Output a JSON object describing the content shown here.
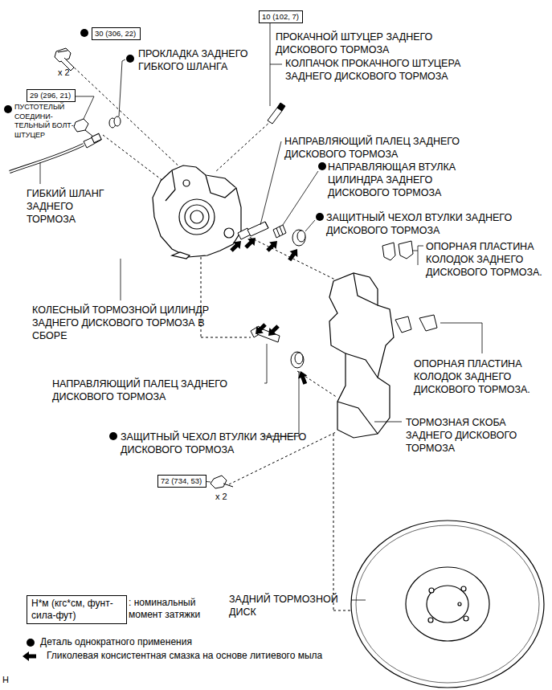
{
  "diagram": {
    "nodes": [
      {
        "text": [
          "30 (306, 22)"
        ]
      },
      {
        "text": [
          "29 (296, 21)"
        ]
      },
      {
        "text": [
          "10 (102, 7)"
        ]
      },
      {
        "text": [
          "72 (734, 53)"
        ]
      },
      {
        "text": [
          "Н*м (кгс*см, фунт-сила-фут)"
        ]
      }
    ],
    "labels": [
      "x 2",
      "ПРОКЛАДКА ЗАДНЕГО ГИБКОГО ШЛАНГА",
      "ПУСТОТЕЛЫЙ СОЕДИНИ- ТЕЛЬНЫЙ БОЛТ-ШТУЦЕР",
      "ГИБКИЙ ШЛАНГ ЗАДНЕГО ТОРМОЗА",
      "ПРОКАЧНОЙ ШТУЦЕР ЗАДНЕГО ДИСКОВОГО ТОРМОЗА",
      "КОЛПАЧОК ПРОКАЧНОГО ШТУЦЕРА ЗАДНЕГО ДИСКОВОГО ТОРМОЗА",
      "НАПРАВЛЯЮЩИЙ ПАЛЕЦ ЗАДНЕГО ДИСКОВОГО ТОРМОЗА",
      "НАПРАВЛЯЮЩАЯ ВТУЛКА ЦИЛИНДРА ЗАДНЕГО ДИСКОВОГО ТОРМОЗА",
      "ЗАЩИТНЫЙ ЧЕХОЛ ВТУЛКИ ЗАДНЕГО ДИСКОВОГО ТОРМОЗА",
      "ОПОРНАЯ ПЛАСТИНА КОЛОДОК ЗАДНЕГО ДИСКОВОГО ТОРМОЗА.",
      "ОПОРНАЯ ПЛАСТИНА КОЛОДОК ЗАДНЕГО ДИСКОВОГО ТОРМОЗА.",
      "КОЛЕСНЫЙ ТОРМОЗНОЙ ЦИЛИНДР ЗАДНЕГО ДИСКОВОГО ТОРМОЗА В СБОРЕ",
      "НАПРАВЛЯЮЩИЙ ПАЛЕЦ ЗАДНЕГО ДИСКОВОГО ТОРМОЗА",
      "ТОРМОЗНАЯ СКОБА ЗАДНЕГО ДИСКОВОГО ТОРМОЗА",
      "ЗАЩИТНЫЙ ЧЕХОЛ ВТУЛКИ ЗАДНЕГО ДИСКОВОГО ТОРМОЗА",
      "x 2",
      "ЗАДНИЙ ТОРМОЗНОЙ ДИСК",
      ": номинальный момент затяжки",
      "H"
    ],
    "legend": [
      {
        "text": "Деталь однократного применения"
      },
      {
        "text": "Гликолевая консистентная смазка на основе литиевого мыла"
      }
    ]
  }
}
